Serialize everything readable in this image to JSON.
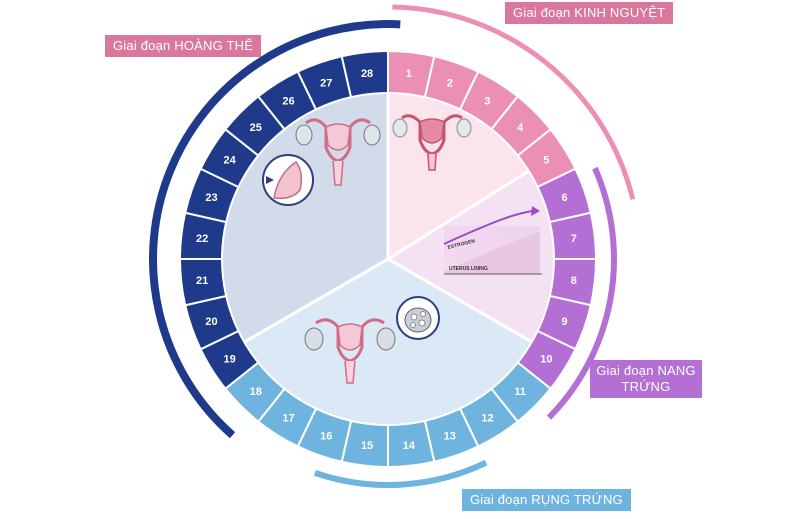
{
  "colors": {
    "luteal": "#1f3a8a",
    "menstrual": "#ec8fb4",
    "follicular": "#b36fd3",
    "ovulation": "#6fb4de"
  },
  "phases": {
    "menstrual": {
      "label": "Giai đoạn KINH NGUYỆT",
      "days": [
        1,
        2,
        3,
        4,
        5
      ]
    },
    "follicular": {
      "label": "Giai đoạn NANG TRỨNG",
      "days": [
        6,
        7,
        8,
        9,
        10
      ]
    },
    "ovulation": {
      "label": "Giai đoạn RỤNG TRỨNG",
      "days": [
        11,
        12,
        13,
        14,
        15,
        16,
        17,
        18
      ]
    },
    "luteal": {
      "label": "Giai đoạn HOÀNG THỂ",
      "days": [
        19,
        20,
        21,
        22,
        23,
        24,
        25,
        26,
        27,
        28
      ]
    }
  },
  "chart_inset": {
    "estrogen_label": "ESTROGEN",
    "uterus_label": "UTERUS LINING"
  },
  "icons": [
    "uterus-icon",
    "ovary-closeup-icon",
    "follicle-closeup-icon"
  ]
}
